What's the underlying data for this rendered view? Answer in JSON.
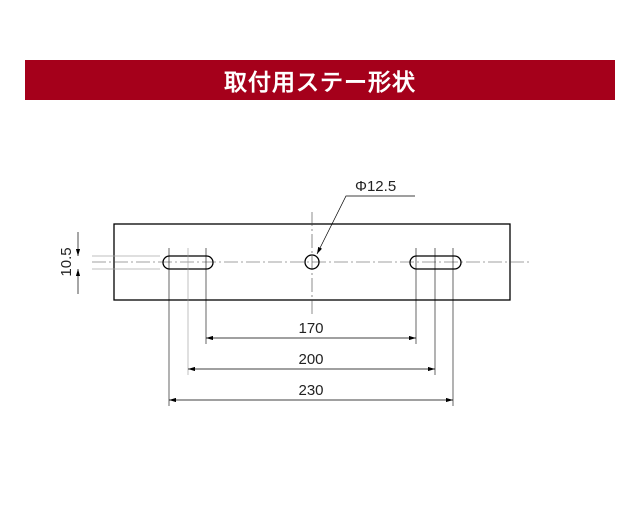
{
  "header": {
    "title": "取付用ステー形状"
  },
  "drawing": {
    "hole_diameter_label": "Φ12.5",
    "slot_width_label": "10.5",
    "dimensions": [
      "170",
      "200",
      "230"
    ]
  }
}
